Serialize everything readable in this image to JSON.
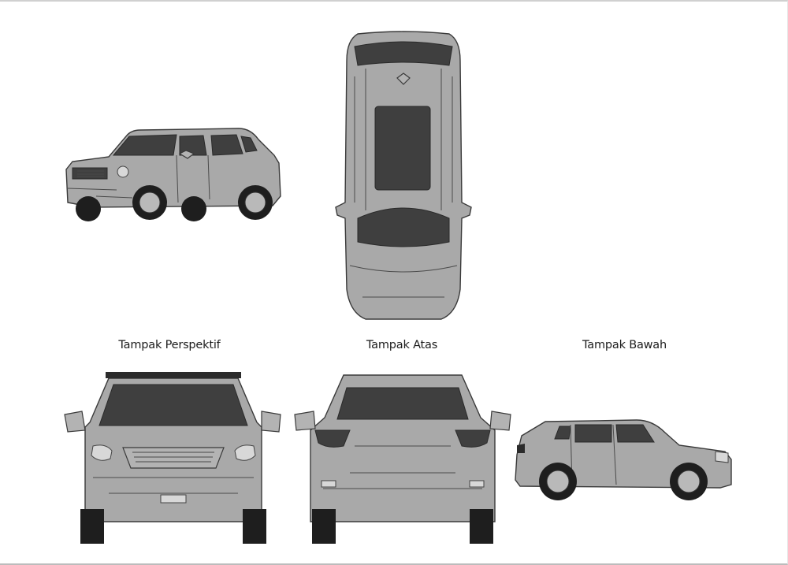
{
  "labels": {
    "perspective": "Tampak Perspektif",
    "top": "Tampak Atas",
    "bottom": "Tampak Bawah"
  }
}
